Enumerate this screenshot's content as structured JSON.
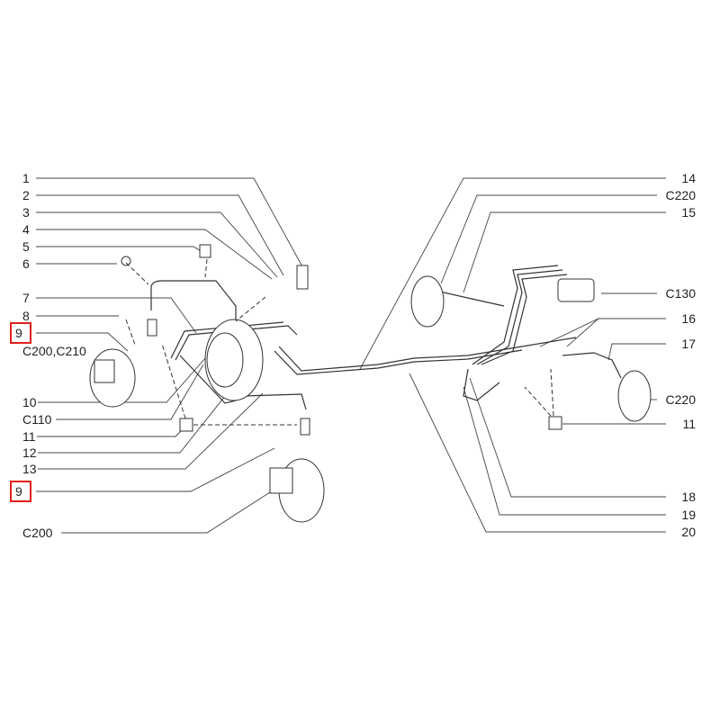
{
  "diagram": {
    "highlight_color": "#e0201b",
    "left_labels": [
      "1",
      "2",
      "3",
      "4",
      "5",
      "6",
      "7",
      "8",
      "9",
      "C200,C210",
      "10",
      "C110",
      "11",
      "12",
      "13",
      "9",
      "C200"
    ],
    "right_labels": [
      "14",
      "C220",
      "15",
      "C130",
      "16",
      "17",
      "C220",
      "11",
      "18",
      "19",
      "20"
    ],
    "highlighted_label": "9"
  }
}
